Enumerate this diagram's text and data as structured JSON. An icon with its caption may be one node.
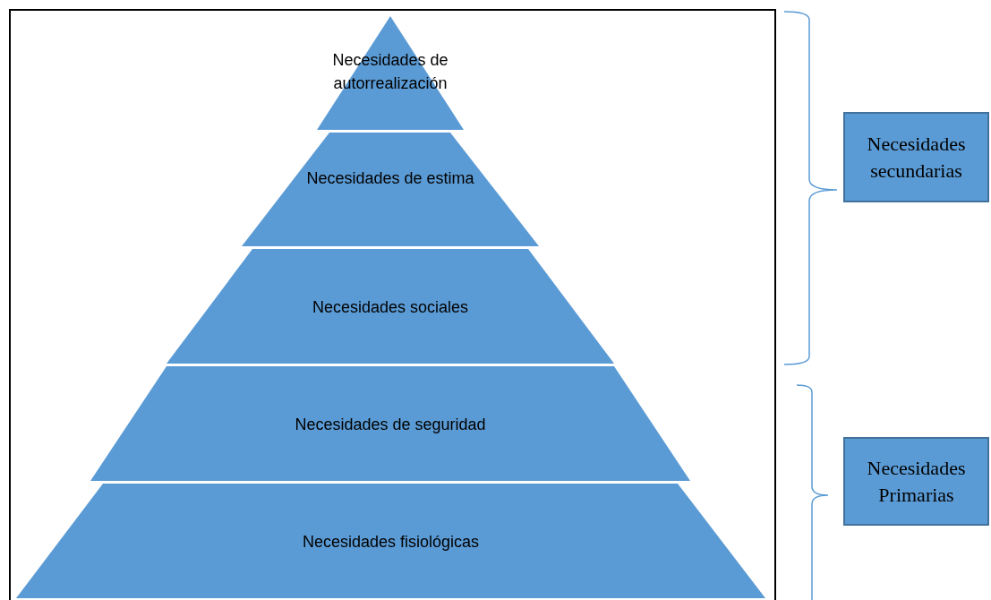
{
  "diagram": {
    "nodes": [
      {
        "text": [
          "Necesidades de autorrealización"
        ]
      },
      {
        "text": [
          "Necesidades de estima"
        ]
      },
      {
        "text": [
          "Necesidades sociales"
        ]
      },
      {
        "text": [
          "Necesidades de seguridad"
        ]
      },
      {
        "text": [
          "Necesidades fisiológicas"
        ]
      },
      {
        "text": [
          "Necesidades secundarias"
        ]
      },
      {
        "text": [
          "Necesidades Primarias"
        ]
      }
    ]
  }
}
